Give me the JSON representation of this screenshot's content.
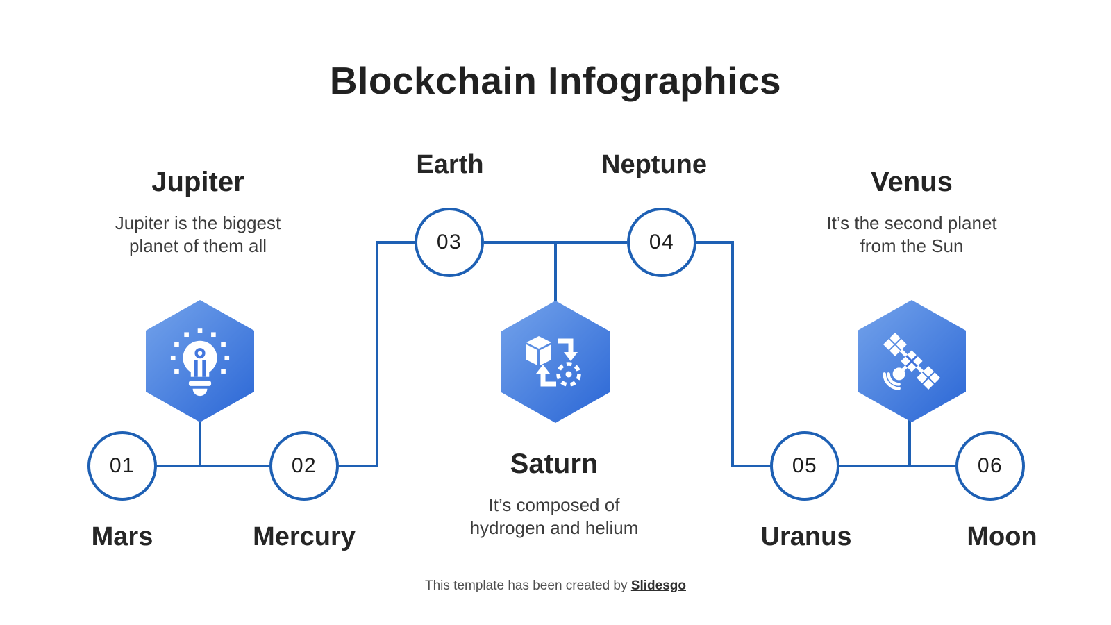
{
  "slide": {
    "title": "Blockchain Infographics",
    "footer": {
      "prefix": "This template has been created by ",
      "brand": "Slidesgo"
    },
    "colors": {
      "line_blue": "#1E60B4",
      "hexagon_gradient_start": "#74A3EB",
      "hexagon_gradient_end": "#2A66D5",
      "text_dark": "#262626"
    }
  },
  "nodes": {
    "jupiter": {
      "title": "Jupiter",
      "description": "Jupiter is the biggest planet of them all",
      "icon": "lightbulb-idea-icon"
    },
    "saturn": {
      "title": "Saturn",
      "description": "It’s composed of hydrogen and helium",
      "icon": "blockchain-cube-icon"
    },
    "venus": {
      "title": "Venus",
      "description": "It’s the second planet from the Sun",
      "icon": "satellite-icon"
    }
  },
  "milestones": [
    {
      "number": "01",
      "label": "Mars"
    },
    {
      "number": "02",
      "label": "Mercury"
    },
    {
      "number": "03",
      "label": "Earth"
    },
    {
      "number": "04",
      "label": "Neptune"
    },
    {
      "number": "05",
      "label": "Uranus"
    },
    {
      "number": "06",
      "label": "Moon"
    }
  ]
}
